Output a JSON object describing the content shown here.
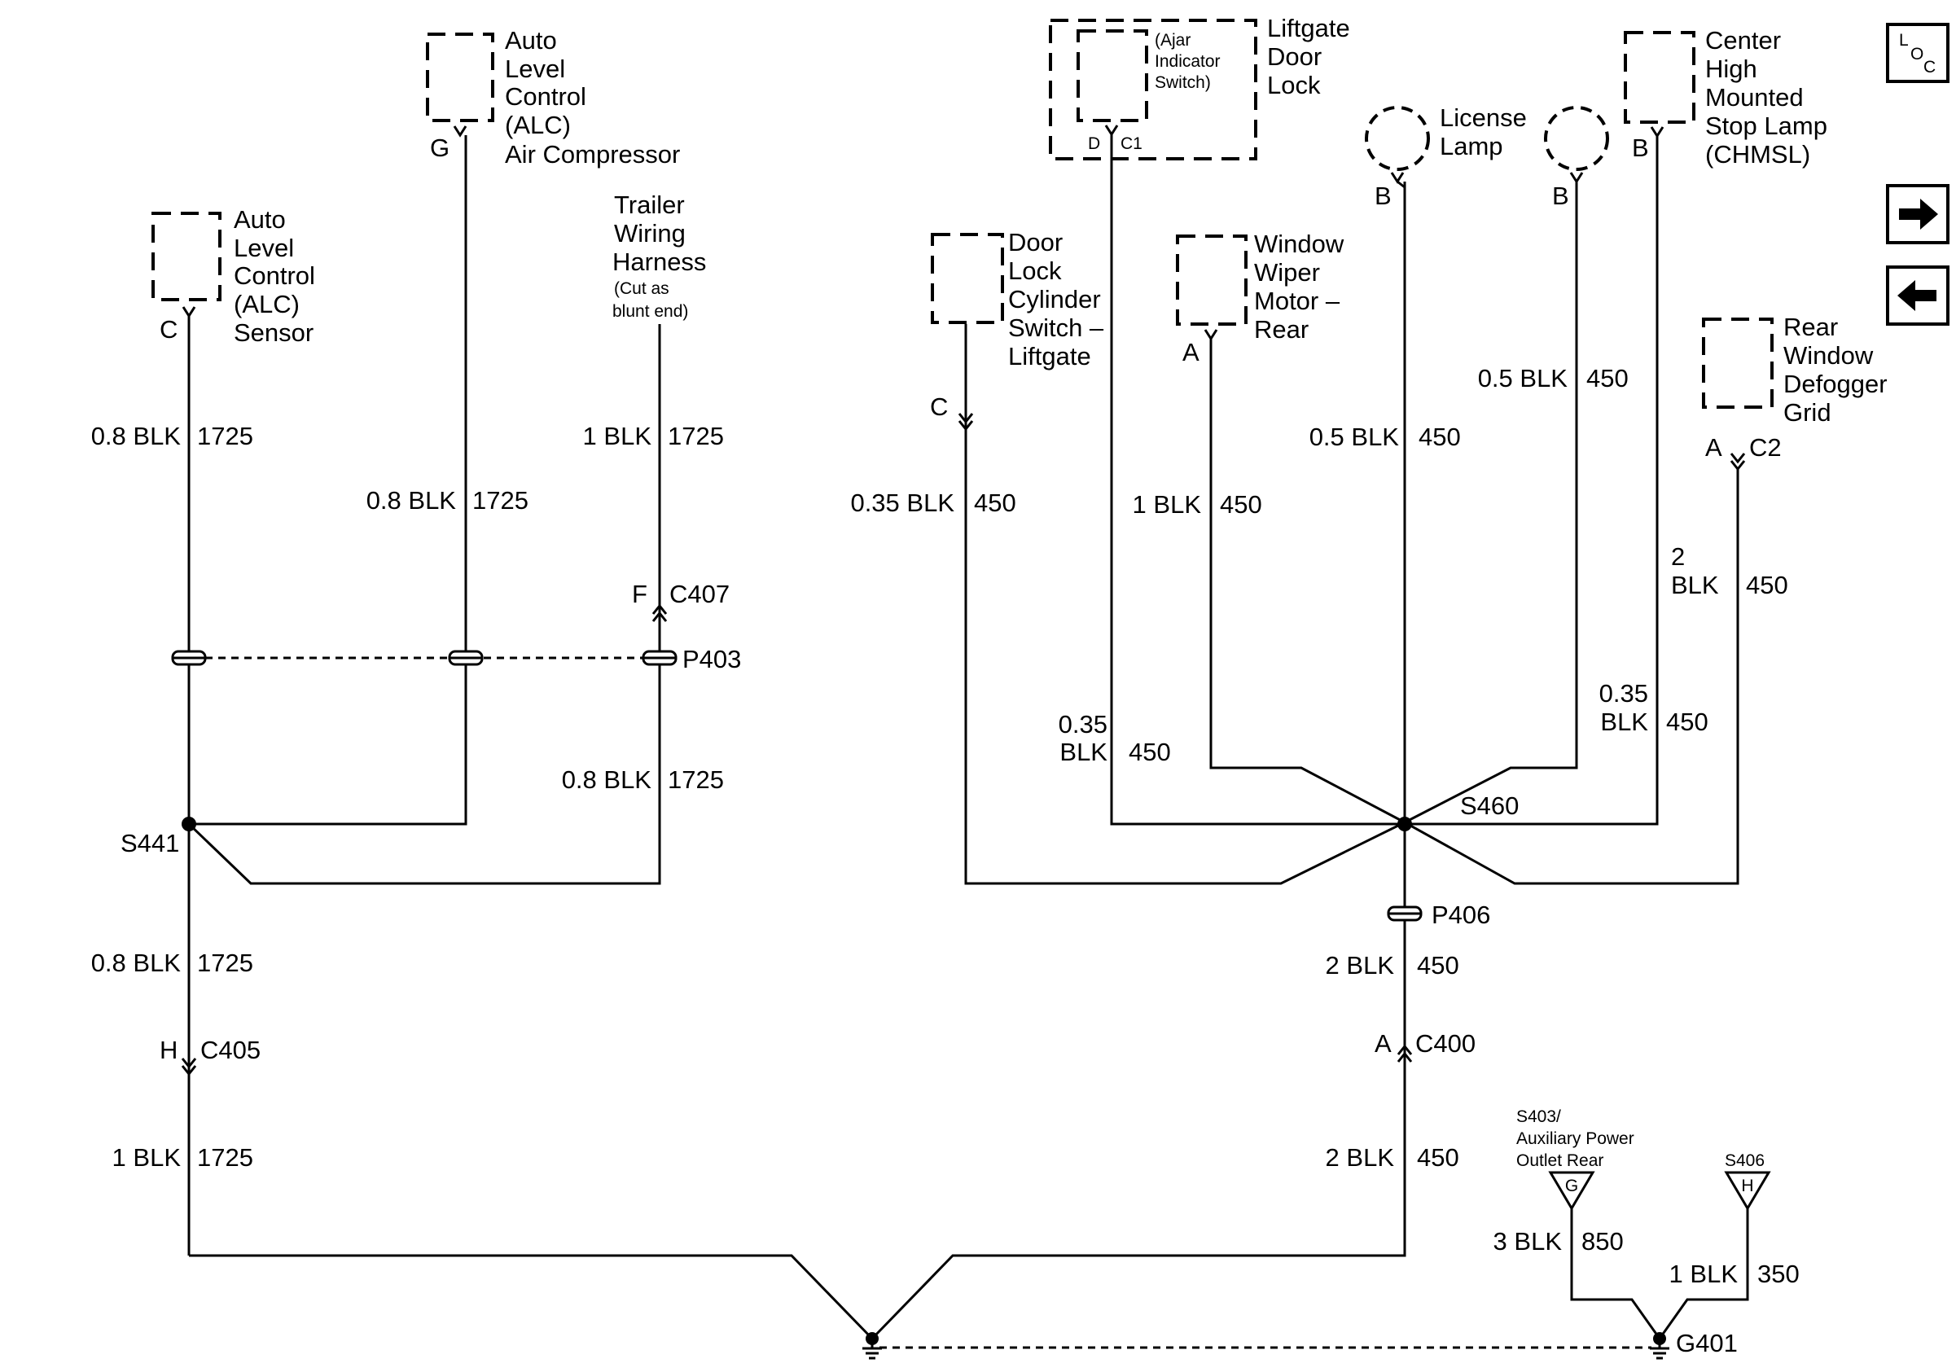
{
  "components": {
    "alc_compressor": [
      "Auto",
      "Level",
      "Control",
      "(ALC)",
      "Air Compressor"
    ],
    "alc_sensor": [
      "Auto",
      "Level",
      "Control",
      "(ALC)",
      "Sensor"
    ],
    "trailer": [
      "Trailer",
      "Wiring",
      "Harness"
    ],
    "trailer_note": [
      "(Cut as",
      "blunt end)"
    ],
    "liftgate_lock": [
      "Liftgate",
      "Door",
      "Lock"
    ],
    "ajar_switch": [
      "(Ajar",
      "Indicator",
      "Switch)"
    ],
    "license_lamp": [
      "License",
      "Lamp"
    ],
    "chmsl": [
      "Center",
      "High",
      "Mounted",
      "Stop Lamp",
      "(CHMSL)"
    ],
    "door_lock_switch": [
      "Door",
      "Lock",
      "Cylinder",
      "Switch –",
      "Liftgate"
    ],
    "wiper_motor": [
      "Window",
      "Wiper",
      "Motor –",
      "Rear"
    ],
    "defogger": [
      "Rear",
      "Window",
      "Defogger",
      "Grid"
    ],
    "s403_ref": [
      "S403/",
      "Auxiliary Power",
      "Outlet Rear"
    ],
    "s406_ref": "S406"
  },
  "pins": {
    "alc_comp": "G",
    "alc_sensor": "C",
    "trailer_f": "F",
    "ajar_d": "D",
    "ajar_c1": "C1",
    "license_b1": "B",
    "license_b2": "B",
    "chmsl_b": "B",
    "door_c": "C",
    "wiper_a": "A",
    "defog_a": "A",
    "defog_c2": "C2",
    "c405_h": "H",
    "c400_a": "A",
    "s403_g": "G",
    "s406_h": "H"
  },
  "connectors": {
    "c407": "C407",
    "p403": "P403",
    "s441": "S441",
    "c405": "C405",
    "s460": "S460",
    "p406": "P406",
    "c400": "C400",
    "g401": "G401"
  },
  "wires": {
    "w_sensor": {
      "gauge": "0.8 BLK",
      "circuit": "1725"
    },
    "w_comp": {
      "gauge": "0.8 BLK",
      "circuit": "1725"
    },
    "w_trailer_top": {
      "gauge": "1 BLK",
      "circuit": "1725"
    },
    "w_trailer_low": {
      "gauge": "0.8 BLK",
      "circuit": "1725"
    },
    "w_s441_down": {
      "gauge": "0.8 BLK",
      "circuit": "1725"
    },
    "w_c405_down": {
      "gauge": "1 BLK",
      "circuit": "1725"
    },
    "w_door": {
      "gauge": "0.35 BLK",
      "circuit": "450"
    },
    "w_wiper": {
      "gauge": "1 BLK",
      "circuit": "450"
    },
    "w_ajar": {
      "gauge": [
        "0.35",
        "BLK"
      ],
      "circuit": "450"
    },
    "w_license1": {
      "gauge": "0.5 BLK",
      "circuit": "450"
    },
    "w_license2": {
      "gauge": "0.5 BLK",
      "circuit": "450"
    },
    "w_chmsl": {
      "gauge": [
        "0.35",
        "BLK"
      ],
      "circuit": "450"
    },
    "w_defog": {
      "gauge": [
        "2",
        "BLK"
      ],
      "circuit": "450"
    },
    "w_p406_down": {
      "gauge": "2 BLK",
      "circuit": "450"
    },
    "w_c400_down": {
      "gauge": "2 BLK",
      "circuit": "450"
    },
    "w_s403": {
      "gauge": "3 BLK",
      "circuit": "850"
    },
    "w_s406": {
      "gauge": "1 BLK",
      "circuit": "350"
    }
  },
  "nav": {
    "loc_letters": [
      "L",
      "O",
      "C"
    ],
    "next_icon": "right-arrow-icon",
    "prev_icon": "left-arrow-icon"
  }
}
